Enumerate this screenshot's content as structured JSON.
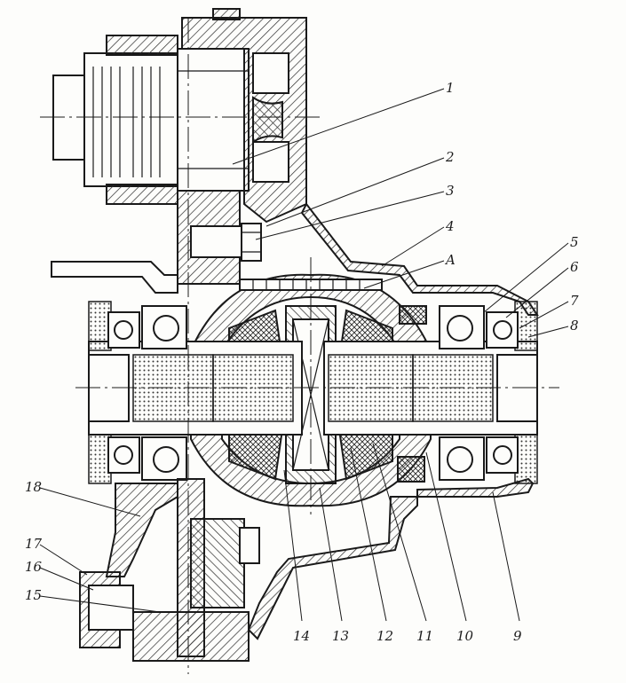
{
  "callouts": [
    {
      "id": "1",
      "label": "1"
    },
    {
      "id": "2",
      "label": "2"
    },
    {
      "id": "3",
      "label": "3"
    },
    {
      "id": "4",
      "label": "4"
    },
    {
      "id": "A",
      "label": "A"
    },
    {
      "id": "5",
      "label": "5"
    },
    {
      "id": "6",
      "label": "6"
    },
    {
      "id": "7",
      "label": "7"
    },
    {
      "id": "8",
      "label": "8"
    },
    {
      "id": "9",
      "label": "9"
    },
    {
      "id": "10",
      "label": "10"
    },
    {
      "id": "11",
      "label": "11"
    },
    {
      "id": "12",
      "label": "12"
    },
    {
      "id": "13",
      "label": "13"
    },
    {
      "id": "14",
      "label": "14"
    },
    {
      "id": "15",
      "label": "15"
    },
    {
      "id": "16",
      "label": "16"
    },
    {
      "id": "17",
      "label": "17"
    },
    {
      "id": "18",
      "label": "18"
    }
  ]
}
